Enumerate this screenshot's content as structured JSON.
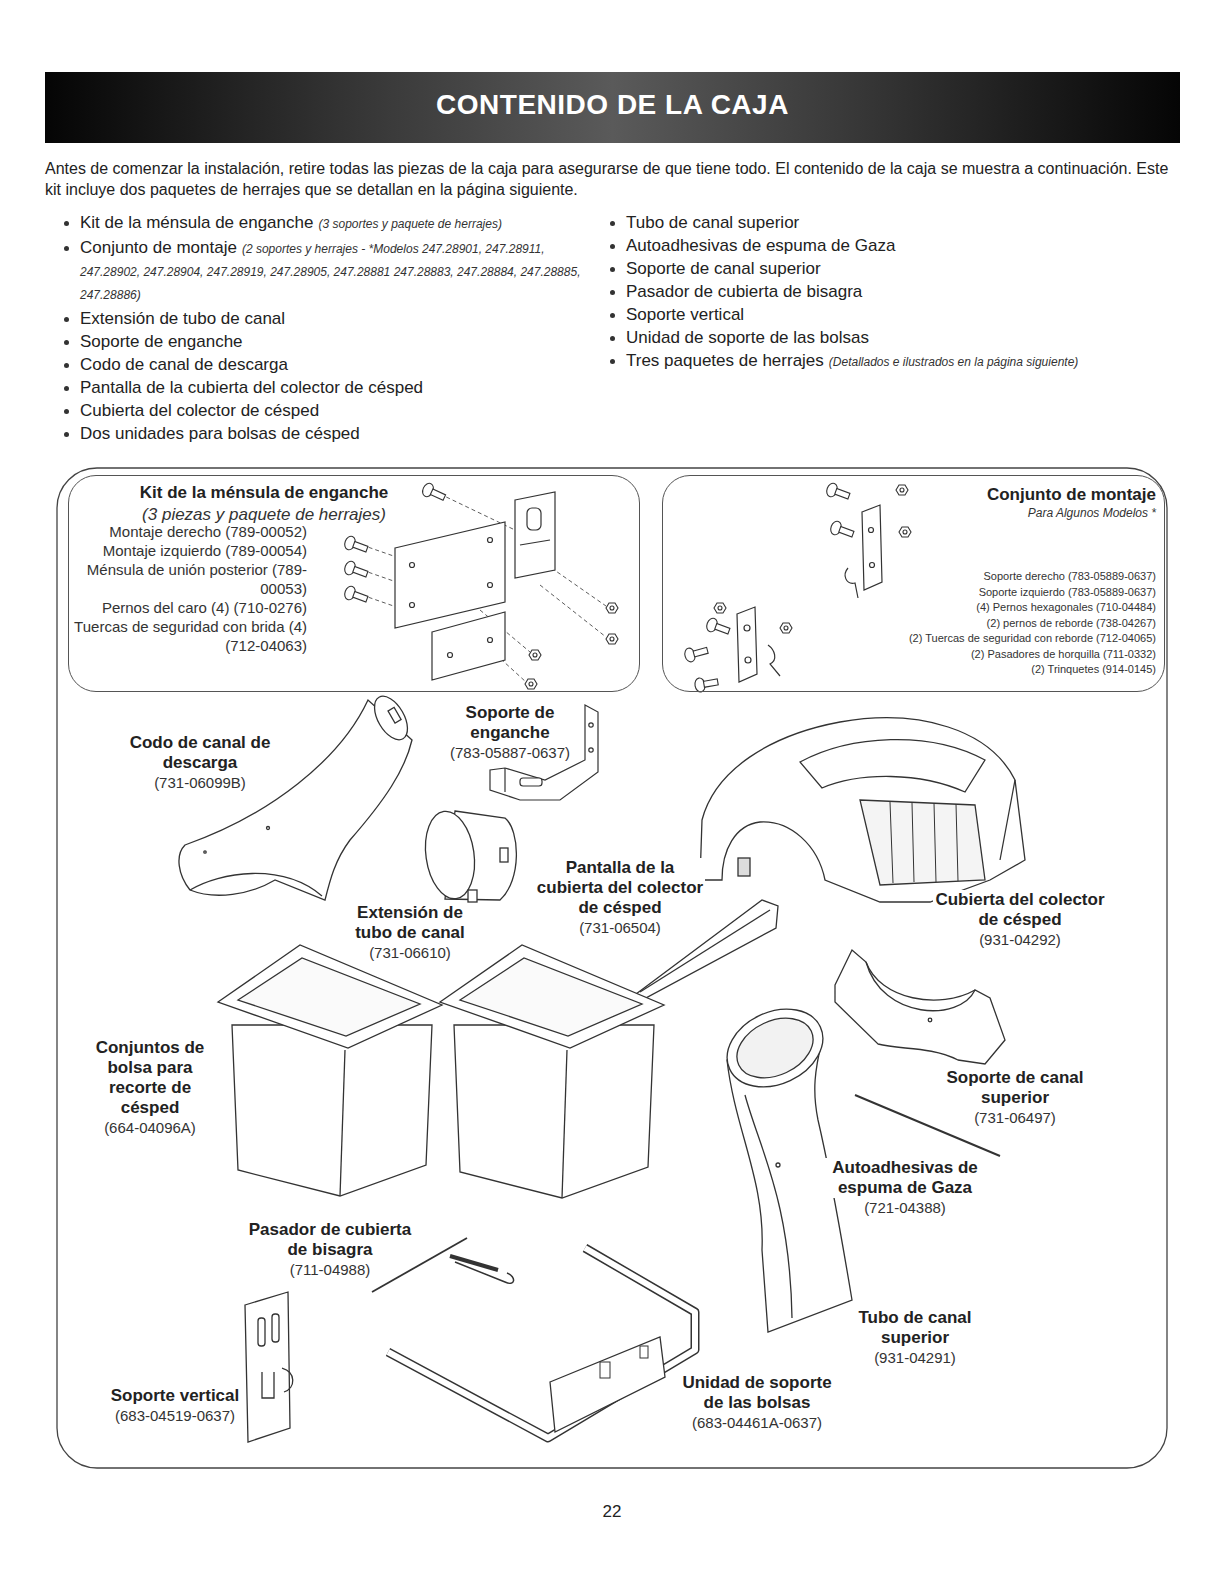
{
  "diagram": {
    "title": "CONTENIDO DE LA CAJA",
    "nodes": [
      {
        "text": [
          "Kit de la ménsula de enganche",
          "(3 piezas y paquete de herrajes)",
          "Montaje derecho (789-00052)",
          "Montaje izquierdo (789-00054)",
          "Ménsula de unión posterior (789-00053)",
          "Pernos del caro (4) (710-0276)",
          "Tuercas de seguridad con brida (4) (712-04063)"
        ]
      },
      {
        "text": [
          "Conjunto de montaje",
          "Para Algunos Modelos *",
          "Soporte derecho (783-05889-0637)",
          "Soporte izquierdo (783-05889-0637)",
          "(4) Pernos hexagonales (710-04484)",
          "(2) pernos de reborde (738-04267)",
          "(2) Tuercas de seguridad con reborde (712-04065)",
          "(2) Pasadores de horquilla (711-0332)",
          "(2) Trinquetes (914-0145)"
        ]
      }
    ],
    "labels": [
      "Antes de comenzar la instalación, retire todas las piezas de la caja para asegurarse de que tiene todo. El contenido de la caja se muestra a continuación. Este kit incluye dos paquetes de herrajes que se detallan en la página siguiente.",
      "Kit de la ménsula de enganche",
      "(3 soportes y paquete de herrajes)",
      "Conjunto de montaje",
      "(2 soportes y herrajes - *Modelos 247.28901, 247.28911, 247.28902, 247.28904, 247.28919, 247.28905, 247.28881 247.28883, 247.28884, 247.28885, 247.28886)",
      "Extensión de tubo de canal",
      "Soporte de enganche",
      "Codo de canal de descarga",
      "Pantalla de la cubierta del colector de césped",
      "Cubierta del colector de césped",
      "Dos unidades para bolsas de césped",
      "Tubo de canal superior",
      "Autoadhesivas de espuma de Gaza",
      "Soporte de canal superior",
      "Pasador de cubierta de bisagra",
      "Soporte vertical",
      "Unidad de soporte de las bolsas",
      "Tres paquetes de herrajes",
      "(Detallados e ilustrados en la página siguiente)",
      "Codo de canal de descarga",
      "(731-06099B)",
      "Soporte de enganche",
      "(783-05887-0637)",
      "Pantalla de la cubierta del colector de césped",
      "(731-06504)",
      "Extensión de tubo de canal",
      "(731-06610)",
      "Cubierta del colector de césped",
      "(931-04292)",
      "Conjuntos de bolsa para recorte de césped",
      "(664-04096A)",
      "Soporte de canal superior",
      "(731-06497)",
      "Autoadhesivas de espuma de Gaza",
      "(721-04388)",
      "Pasador de cubierta de bisagra",
      "(711-04988)",
      "Tubo de canal superior",
      "(931-04291)",
      "Soporte vertical",
      "(683-04519-0637)",
      "Unidad de soporte de las bolsas",
      "(683-04461A-0637)",
      "22"
    ]
  }
}
